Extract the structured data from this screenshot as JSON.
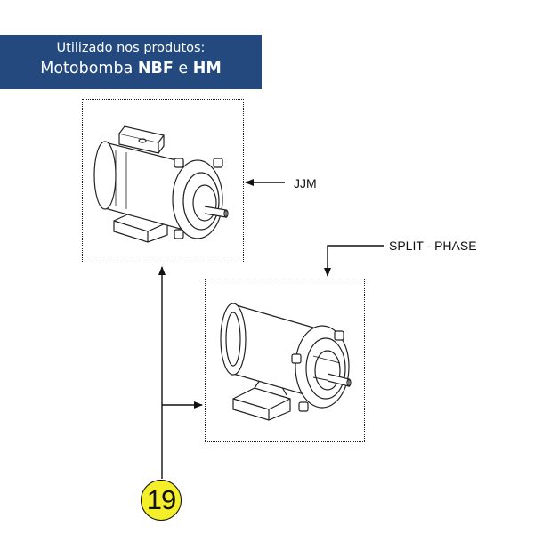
{
  "header": {
    "line1": "Utilizado nos produtos:",
    "line2_prefix": "Motobomba ",
    "line2_bold1": "NBF",
    "line2_mid": " e ",
    "line2_bold2": "HM",
    "background": "#23497f"
  },
  "labels": {
    "jjm": "JJM",
    "split_phase": "SPLIT - PHASE"
  },
  "callout": {
    "number": "19",
    "color": "#f5ee2a"
  }
}
